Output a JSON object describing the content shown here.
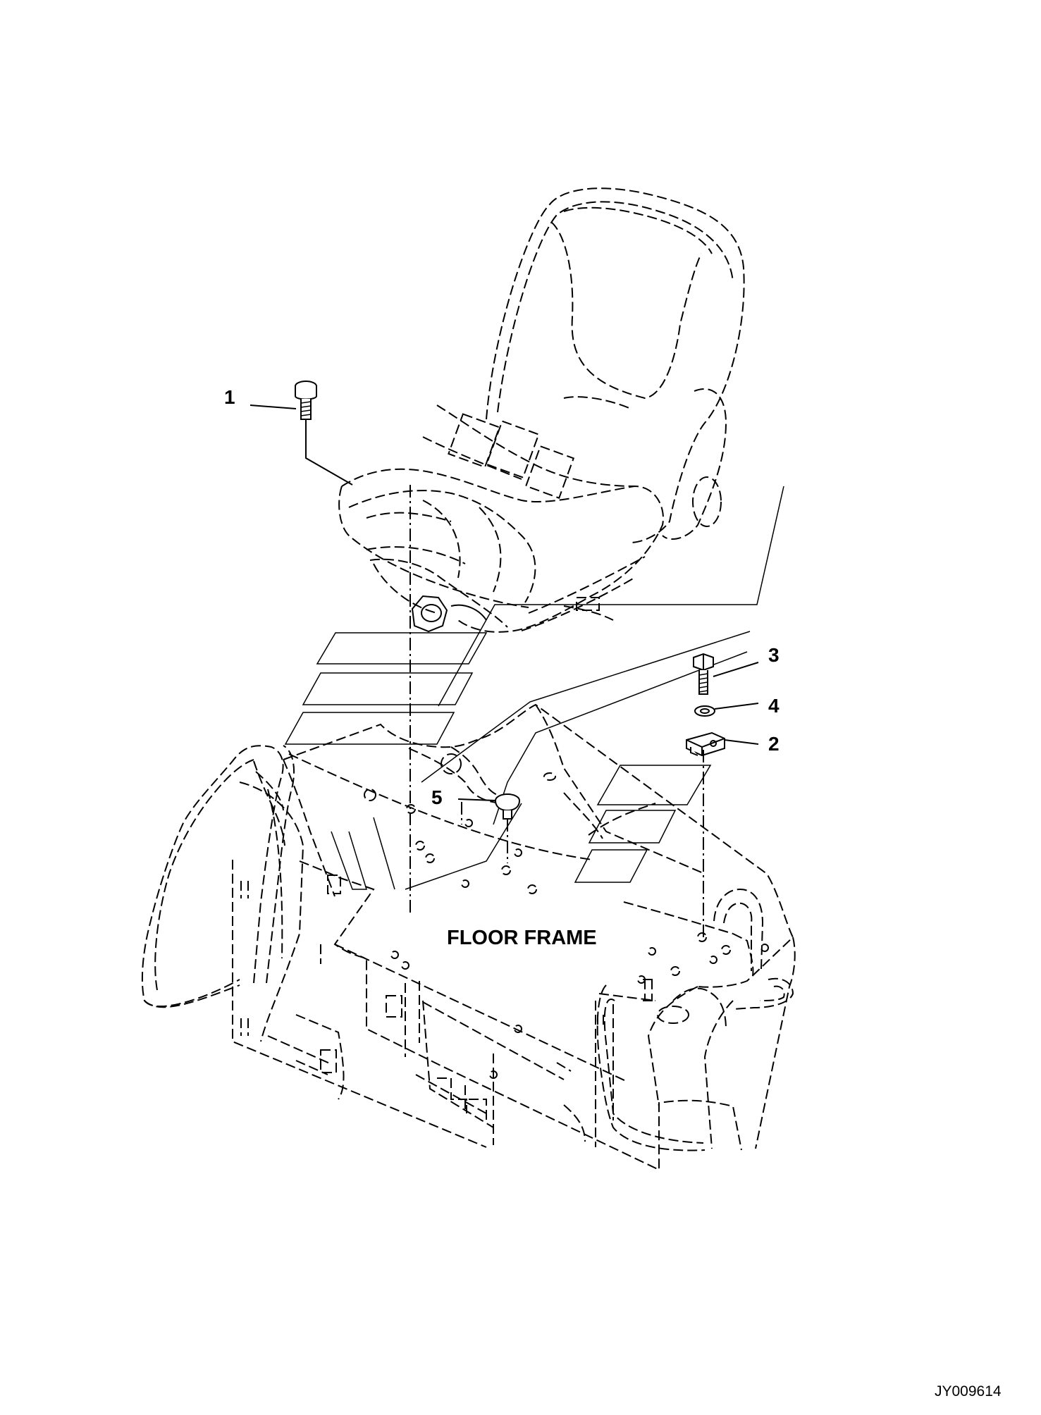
{
  "diagram": {
    "callouts": [
      {
        "id": "callout-1",
        "label": "1"
      },
      {
        "id": "callout-2",
        "label": "2"
      },
      {
        "id": "callout-3",
        "label": "3"
      },
      {
        "id": "callout-4",
        "label": "4"
      },
      {
        "id": "callout-5",
        "label": "5"
      }
    ],
    "floor_frame_label": "FLOOR FRAME",
    "drawing_id": "JY009614"
  }
}
